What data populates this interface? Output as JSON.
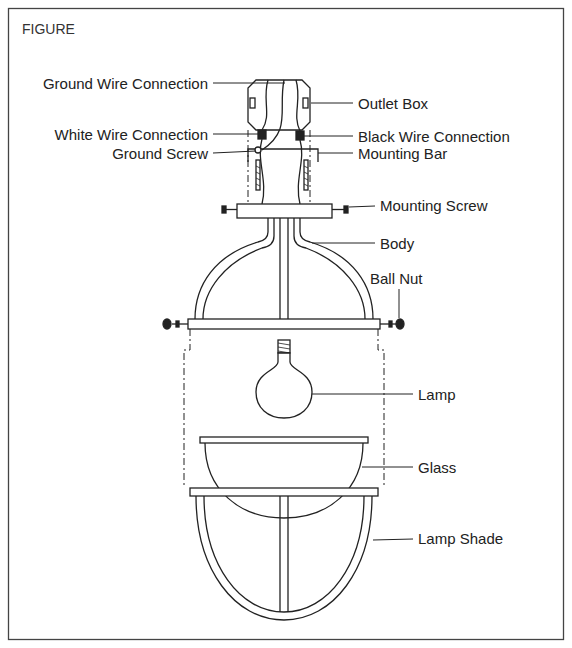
{
  "diagram": {
    "title": "FIGURE",
    "labels": [
      "Ground Wire Connection",
      "Outlet Box",
      "White Wire Connection",
      "Black Wire Connection",
      "Ground Screw",
      "Mounting Bar",
      "Mounting Screw",
      "Body",
      "Ball Nut",
      "Lamp",
      "Glass",
      "Lamp Shade"
    ]
  }
}
